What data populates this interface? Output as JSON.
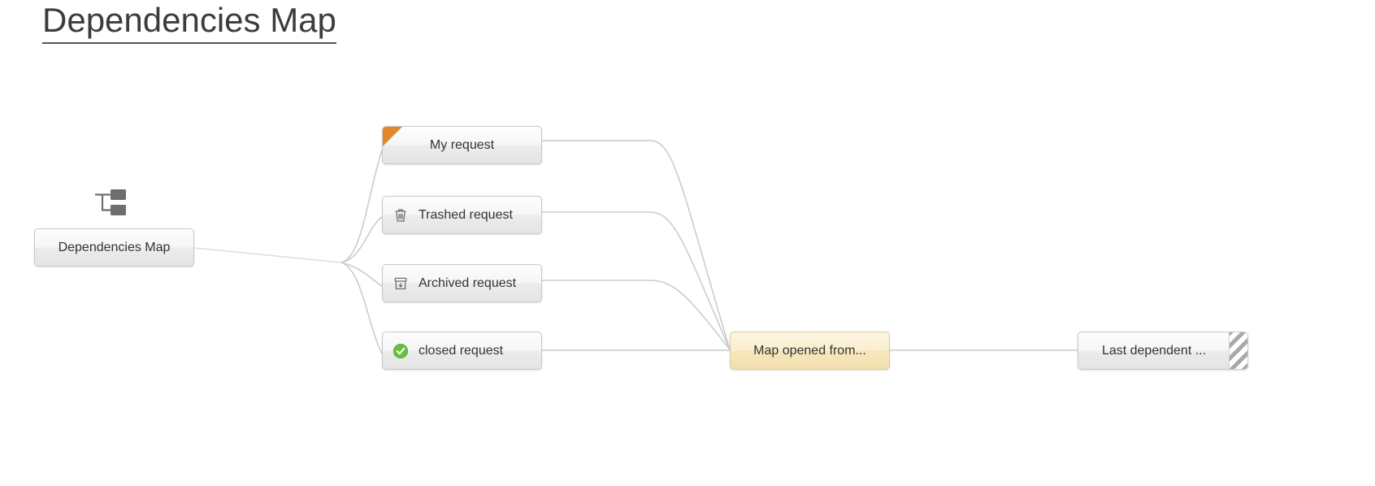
{
  "page": {
    "title": "Dependencies Map",
    "background_color": "#ffffff",
    "title_color": "#3c3c3c"
  },
  "colors": {
    "node_border": "#c9c9c9",
    "node_fill_top": "#fdfdfd",
    "node_fill_bottom": "#e4e4e4",
    "edge_line": "#cccccc",
    "flag_orange": "#e0892a",
    "highlight_fill": "#faeecd",
    "highlight_border": "#d8c9a6",
    "check_green": "#6bbf3f",
    "icon_gray": "#6e6e6e",
    "stripe_gray": "#a8a8a8"
  },
  "graph": {
    "root": {
      "label": "Dependencies Map",
      "icon": "hierarchy-icon"
    },
    "children": [
      {
        "id": "my-request",
        "label": "My request",
        "icon": "corner-flag-orange",
        "icon_name": "orange-corner-flag"
      },
      {
        "id": "trashed-request",
        "label": "Trashed request",
        "icon": "trash-icon",
        "icon_name": "trash-icon"
      },
      {
        "id": "archived-request",
        "label": "Archived request",
        "icon": "archive-icon",
        "icon_name": "archive-box-icon"
      },
      {
        "id": "closed-request",
        "label": "closed request",
        "icon": "check-circle-icon",
        "icon_name": "green-check-circle-icon"
      }
    ],
    "converge_node": {
      "id": "map-opened-from",
      "label": "Map opened from...",
      "highlighted": true
    },
    "terminal_node": {
      "id": "last-dependent",
      "label": "Last dependent ...",
      "decoration": "diagonal-stripes"
    }
  }
}
